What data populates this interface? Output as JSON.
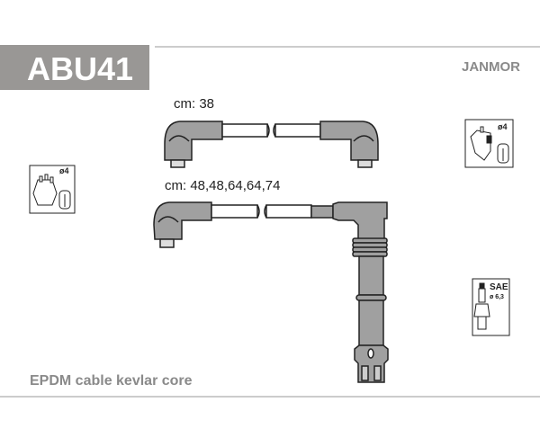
{
  "product_code": "ABU41",
  "brand": "JANMOR",
  "description": "EPDM cable kevlar core",
  "cables": [
    {
      "label": "cm: 38"
    },
    {
      "label": "cm: 48,48,64,64,74"
    }
  ],
  "icons": {
    "distributor_left": {
      "diameter": "ø4"
    },
    "coil_right": {
      "diameter": "ø4"
    },
    "spark_plug": {
      "standard": "SAE",
      "diameter": "ø 6,3"
    }
  },
  "colors": {
    "boot": "#a0a0a0",
    "header": "#999795",
    "text_gray": "#8a8a8a"
  }
}
